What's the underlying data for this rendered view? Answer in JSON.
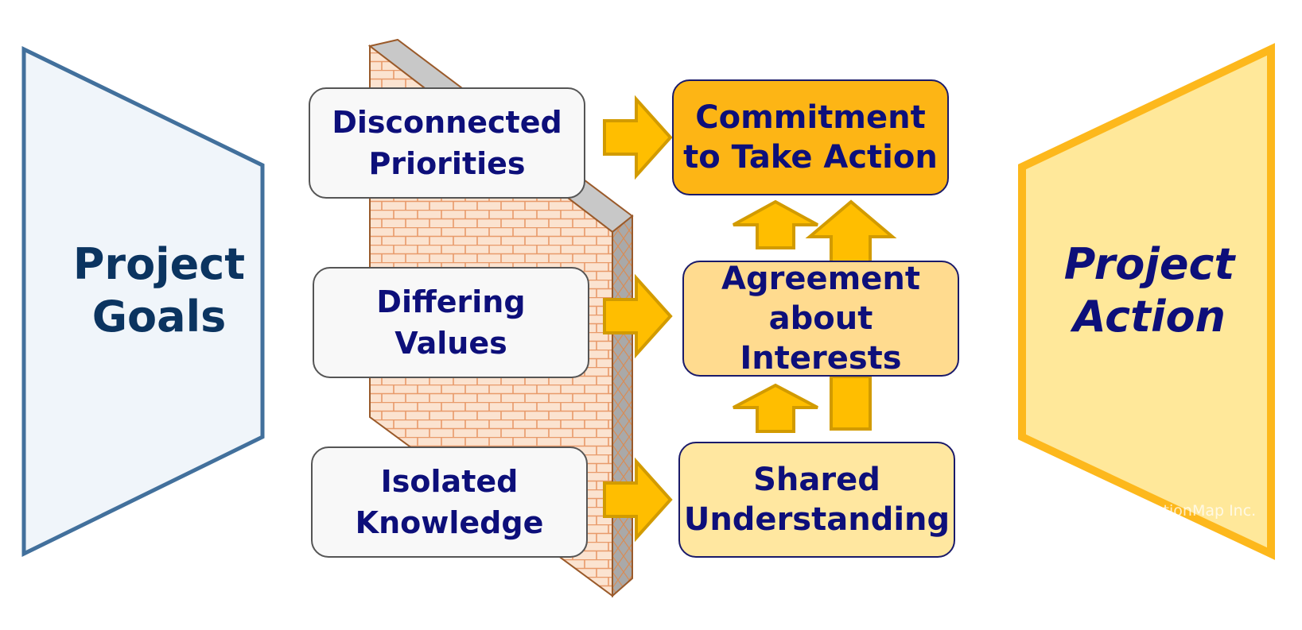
{
  "left_goal": {
    "line1": "Project",
    "line2": "Goals"
  },
  "right_goal": {
    "line1": "Project",
    "line2": "Action"
  },
  "barriers": [
    {
      "line1": "Disconnected",
      "line2": "Priorities"
    },
    {
      "line1": "Differing",
      "line2": "Values"
    },
    {
      "line1": "Isolated",
      "line2": "Knowledge"
    }
  ],
  "stages": [
    {
      "line1": "Commitment",
      "line2": "to Take Action"
    },
    {
      "line1": "Agreement",
      "line2": "about Interests"
    },
    {
      "line1": "Shared",
      "line2": "Understanding"
    }
  ],
  "copyright": "© 2019 ActionMap Inc.",
  "colors": {
    "goal_fill": "#f0f5fa",
    "goal_stroke": "#42709c",
    "goal_text": "#0b3460",
    "action_fill": "#ffe89a",
    "action_stroke": "#fdb81c",
    "action_text": "#0d0f7a",
    "commitment_fill": "#fdb515",
    "agreement_fill": "#ffdb8f",
    "shared_fill": "#ffe7a0",
    "arrow_fill": "#ffbe00",
    "arrow_stroke": "#d29b00"
  }
}
